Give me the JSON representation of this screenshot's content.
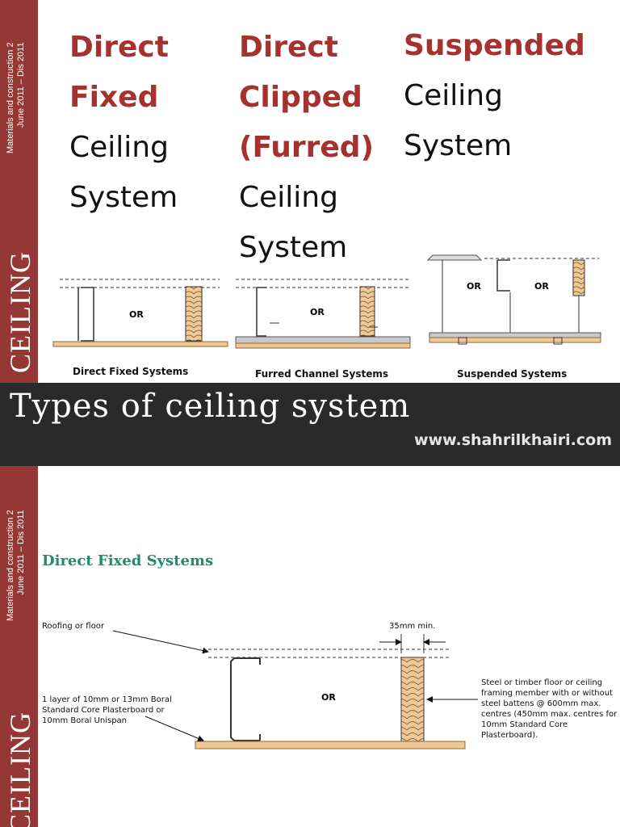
{
  "sidebar": {
    "course_line1": "Materials and construction 2",
    "course_line2": "June 2011 – Dis 2011",
    "topic": "CEILING"
  },
  "columns": [
    {
      "red": [
        "Direct",
        "Fixed"
      ],
      "black": [
        "Ceiling",
        "System"
      ]
    },
    {
      "red": [
        "Direct",
        "Clipped",
        "(Furred)"
      ],
      "black": [
        "Ceiling",
        "System"
      ]
    },
    {
      "red": [
        "Suspended"
      ],
      "black": [
        "Ceiling",
        "System"
      ]
    }
  ],
  "diagram_captions": [
    "Direct Fixed Systems",
    "Furred Channel Systems",
    "Suspended Systems"
  ],
  "diagram_or": "OR",
  "banner": {
    "title": "Types of ceiling system",
    "url": "www.shahrilkhairi.com"
  },
  "detail": {
    "title": "Direct Fixed Systems",
    "label_roof": "Roofing or floor",
    "label_min": "35mm min.",
    "label_board": "1 layer of 10mm or 13mm Boral Standard Core Plasterboard or 10mm Boral Unispan",
    "label_frame": "Steel or timber floor or ceiling framing member with or without steel battens @ 600mm max. centres (450mm max. centres for 10mm Standard Core Plasterboard).",
    "or_label": "OR"
  }
}
